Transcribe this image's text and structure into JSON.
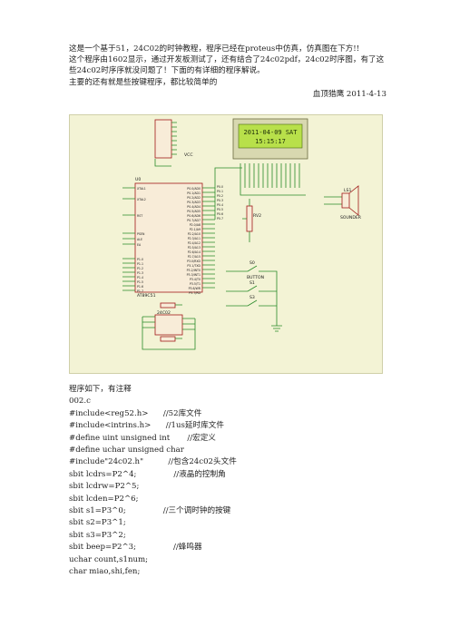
{
  "intro": {
    "line1": "这是一个基于51，24C02的时钟教程，程序已经在proteus中仿真，仿真图在下方!!",
    "line2": "这个程序由1602显示，通过开发板测试了，还有结合了24c02pdf，24c02时序图，有了这些24c02时序序就没问题了！下面的有详细的程序解说。",
    "line3": "主要的还有就是些按键程序，都比较简单的",
    "signature": "血顶猎鹰 2011-4-13"
  },
  "schematic": {
    "lcd_line1": "2011-04-09 SAT",
    "lcd_line2": "15:15:17",
    "mcu_label": "U0",
    "eeprom_label": "24C02",
    "rv_label": "RV2",
    "ls_label": "LS1",
    "sounder_label": "SOUNDER",
    "buttons": [
      "S0",
      "S1",
      "S3"
    ],
    "button_caption": "BUTTON",
    "vcc": "VCC",
    "mcu_left_pins": [
      "XTAL1",
      "XTAL2",
      "RST",
      "PSEN",
      "ALE",
      "EA",
      "P1.0",
      "P1.1",
      "P1.2",
      "P1.3",
      "P1.4",
      "P1.5",
      "P1.6",
      "P1.7"
    ],
    "mcu_right_pins": [
      "P0.0/AD0",
      "P0.1/AD1",
      "P0.2/AD2",
      "P0.3/AD3",
      "P0.4/AD4",
      "P0.5/AD5",
      "P0.6/AD6",
      "P0.7/AD7",
      "P2.0/A8",
      "P2.1/A9",
      "P2.2/A10",
      "P2.3/A11",
      "P2.4/A12",
      "P2.5/A13",
      "P2.6/A14",
      "P2.7/A15",
      "P3.0/RXD",
      "P3.1/TXD",
      "P3.2/INT0",
      "P3.3/INT1",
      "P3.4/T0",
      "P3.5/T1",
      "P3.6/WR",
      "P3.7/RD"
    ],
    "mcu_name": "AT89C51",
    "bus_labels": [
      "P0.0",
      "P0.1",
      "P0.2",
      "P0.3",
      "P0.4",
      "P0.5",
      "P0.6",
      "P0.7"
    ]
  },
  "code": {
    "lines": [
      "程序如下，有注释",
      "002.c",
      "#include<reg52.h>      //52库文件",
      "#include<intrins.h>      //1us延时库文件",
      "#define uint unsigned int       //宏定义",
      "#define uchar unsigned char",
      "#include\"24c02.h\"          //包含24c02头文件",
      "sbit lcdrs=P2^4;               //液晶的控制角",
      "sbit lcdrw=P2^5;",
      "sbit lcden=P2^6;",
      "sbit s1=P3^0;               //三个调时钟的按键",
      "sbit s2=P3^1;",
      "sbit s3=P3^2;",
      "sbit beep=P2^3;               //蜂鸣器",
      "uchar count,s1num;",
      "char miao,shi,fen;"
    ]
  },
  "colors": {
    "sheet": "#f3f3d5",
    "lcd": "#b8e04a",
    "wire": "#2a8a2a",
    "part": "#a01818"
  }
}
